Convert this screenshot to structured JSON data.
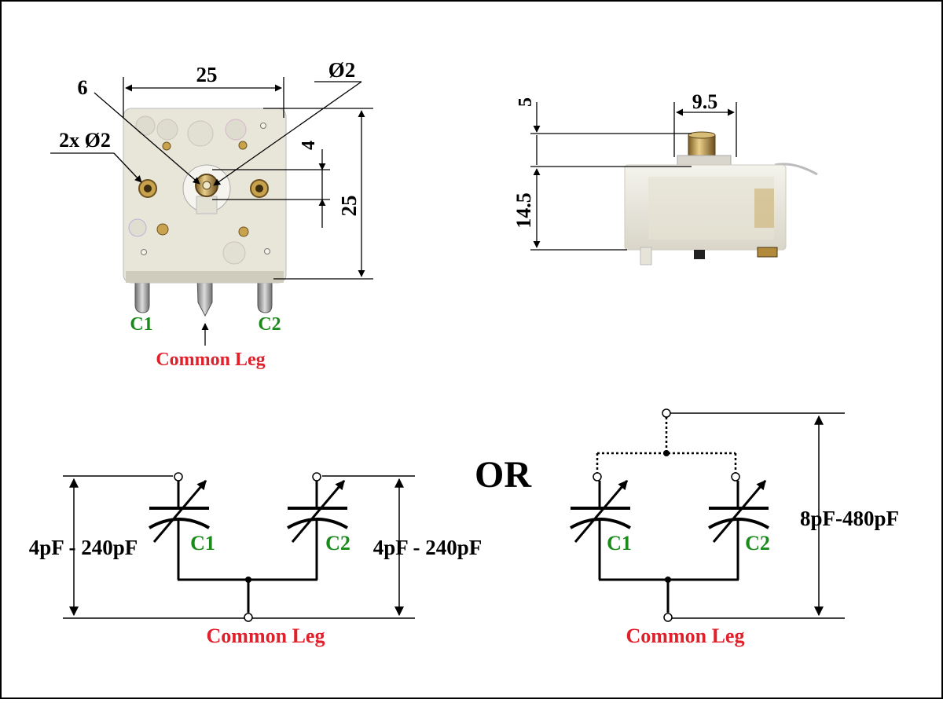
{
  "dimensions": {
    "top_width": "25",
    "offset": "6",
    "hole_dia": "Ø2",
    "mount_holes": "2x Ø2",
    "shaft_offset": "4",
    "height": "25",
    "shaft_height": "5",
    "shaft_width": "9.5",
    "body_height": "14.5"
  },
  "labels": {
    "c1": "C1",
    "c2": "C2",
    "common_leg": "Common Leg",
    "or": "OR",
    "range_single": "4pF - 240pF",
    "range_parallel": "8pF-480pF"
  },
  "colors": {
    "green": "#1a8a1a",
    "red": "#e0202a",
    "ink": "#000000",
    "body": "#e6e2d6",
    "brass": "#b8934a",
    "metal": "#a8a8a8",
    "plastic": "#eceadf"
  }
}
